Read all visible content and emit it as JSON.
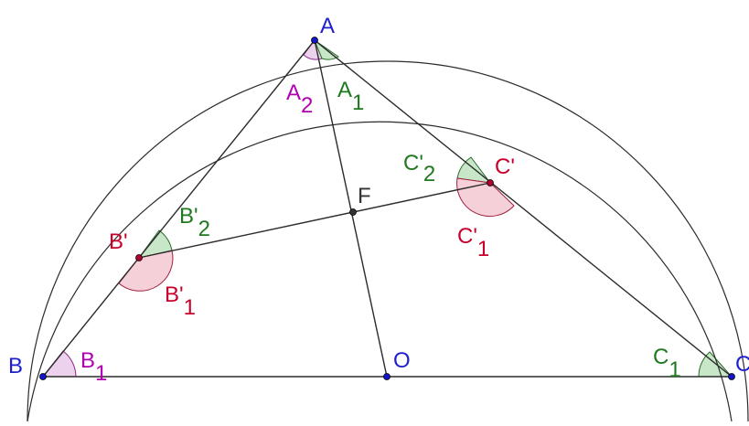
{
  "diagram": {
    "colors": {
      "line": "#2b2b2b",
      "point_blue": "#1414c8",
      "point_red": "#b00030",
      "point_dark": "#333333",
      "label_blue": "#1f1fd0",
      "label_purple": "#b000b0",
      "label_green": "#1f7a1f",
      "label_red": "#c8002c",
      "label_dark": "#333333",
      "arc_fill_green": "#c8e6c8",
      "arc_fill_purple": "#ecd2ec",
      "arc_fill_red": "#f6d0d8"
    },
    "points": {
      "A": "A",
      "B": "B",
      "C": "C",
      "O": "O",
      "F": "F",
      "B_prime": "B'",
      "C_prime": "C'"
    },
    "angles": {
      "A1": {
        "base": "A",
        "sub": "1"
      },
      "A2": {
        "base": "A",
        "sub": "2"
      },
      "B1": {
        "base": "B",
        "sub": "1"
      },
      "C1": {
        "base": "C",
        "sub": "1"
      },
      "B1_prime": {
        "base": "B'",
        "sub": "1"
      },
      "B2_prime": {
        "base": "B'",
        "sub": "2"
      },
      "C1_prime": {
        "base": "C'",
        "sub": "1"
      },
      "C2_prime": {
        "base": "C'",
        "sub": "2"
      }
    }
  }
}
